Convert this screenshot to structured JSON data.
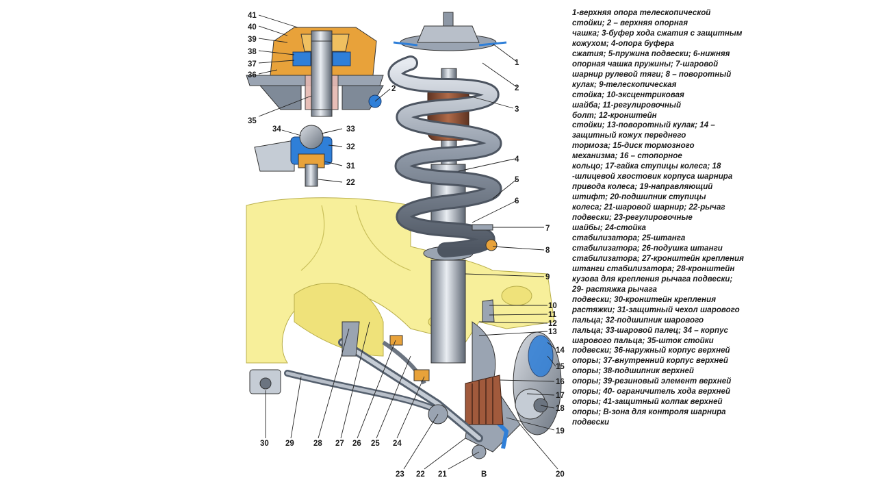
{
  "colors": {
    "body_yellow": "#f7ef9a",
    "spring_gray": "#9aa4b2",
    "buffer_brown": "#8a4f35",
    "rubber_orange": "#e8a23a",
    "bearing_blue": "#2f7fd8",
    "boot_pink": "#e5b7b0",
    "metal_dark": "#55606e"
  },
  "part_numbers": [
    "1",
    "2",
    "3",
    "4",
    "5",
    "6",
    "7",
    "8",
    "9",
    "10",
    "11",
    "12",
    "13",
    "14",
    "15",
    "16",
    "17",
    "18",
    "19",
    "20",
    "21",
    "22",
    "23",
    "24",
    "25",
    "26",
    "27",
    "28",
    "29",
    "30",
    "31",
    "32",
    "33",
    "34",
    "35",
    "36",
    "37",
    "38",
    "39",
    "40",
    "41",
    "В"
  ],
  "legend_lines": [
    "1-верхняя опора телескопической",
    "стойки; 2 – верхняя опорная",
    "чашка; 3-буфер хода сжатия с защитным",
    "кожухом; 4-опора буфера",
    "сжатия; 5-пружина подвески; 6-нижняя",
    "опорная чашка пружины; 7-шаровой",
    "шарнир рулевой тяги; 8 – поворотный",
    "кулак; 9-телескопическая",
    "стойка; 10-эксцентриковая",
    "шайба; 11-регулировочный",
    "болт; 12-кронштейн",
    "стойки; 13-поворотный кулак; 14 –",
    "защитный кожух переднего",
    "тормоза; 15-диск тормозного",
    "механизма; 16 – стопорное",
    "кольцо; 17-гайка ступицы колеса; 18",
    "-шлицевой хвостовик корпуса шарнира",
    "привода колеса; 19-направляющий",
    "штифт; 20-подшипник ступицы",
    "колеса; 21-шаровой шарнир; 22-рычаг",
    "подвески; 23-регулировочные",
    "шайбы; 24-стойка",
    "стабилизатора; 25-штанга",
    "стабилизатора; 26-подушка штанги",
    "стабилизатора; 27-кронштейн крепления",
    "штанги стабилизатора; 28-кронштейн",
    "кузова для крепления рычага подвески;",
    "29- растяжка рычага",
    "подвески; 30-кронштейн крепления",
    "растяжки; 31-защитный чехол шарового",
    "пальца; 32-подшипник шарового",
    "пальца; 33-шаровой палец; 34 – корпус",
    "шарового пальца; 35-шток стойки",
    "подвески; 36-наружный корпус верхней",
    "опоры; 37-внутренний корпус верхней",
    "опоры; 38-подшипник верхней",
    "опоры; 39-резиновый элемент верхней",
    "опоры; 40- ограничитель хода верхней",
    "опоры; 41-защитный колпак верхней",
    "опоры; В-зона для контроля шарнира",
    "подвески"
  ]
}
